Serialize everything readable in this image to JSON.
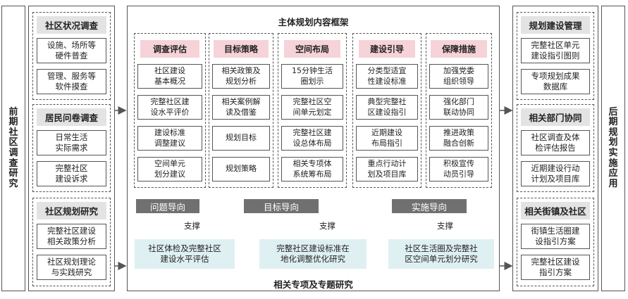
{
  "left_label": [
    "前",
    "期",
    "社",
    "区",
    "调",
    "查",
    "研",
    "究"
  ],
  "right_label": [
    "后",
    "期",
    "规",
    "划",
    "实",
    "施",
    "应",
    "用"
  ],
  "left": {
    "g1": {
      "title": "社区状况调查",
      "items": [
        "设施、场所等\n硬件普查",
        "管理、服务等\n软件摸查"
      ]
    },
    "g2": {
      "title": "居民问卷调查",
      "items": [
        "日常生活\n实际需求",
        "完整社区\n建设诉求"
      ]
    },
    "g3": {
      "title": "社区规划研究",
      "items": [
        "完整社区建设\n相关政策分析",
        "社区规划理论\n与实践研究"
      ]
    }
  },
  "center": {
    "title": "主体规划内容框架",
    "columns": [
      {
        "header": "调查评估",
        "items": [
          "社区建设\n基本概况",
          "完整社区建\n设水平评价",
          "建设标准\n调整建议",
          "空间单元\n划分建议"
        ]
      },
      {
        "header": "目标策略",
        "items": [
          "相关政策及\n规划分析",
          "相关案例解\n读及借鉴",
          "规划目标",
          "规划策略"
        ]
      },
      {
        "header": "空间布局",
        "items": [
          "15分钟生活\n圈划示",
          "完整社区空\n间单元划定",
          "完整社区建\n设总体布局",
          "相关专项体\n系统筹布局"
        ]
      },
      {
        "header": "建设引导",
        "items": [
          "分类型适宜\n性建设标准",
          "典型完整社\n区建设指引",
          "近期建设\n布局指引",
          "重点行动计\n划及项目库"
        ]
      },
      {
        "header": "保障措施",
        "items": [
          "加强党委\n组织领导",
          "强化部门\n联动协同",
          "推进政策\n融合创新",
          "积极宣传\n动员引导"
        ]
      }
    ],
    "bars": [
      "问题导向",
      "目标导向",
      "实施导向"
    ],
    "support": [
      "支撑",
      "支撑",
      "支撑"
    ],
    "studies": [
      "社区体检及完整社区\n建设水平评估",
      "完整社区建设标准在\n地化调整优化研究",
      "社区生活圈及完整社\n区空间单元划分研究"
    ],
    "bottom_title": "相关专项及专题研究"
  },
  "right": {
    "g1": {
      "title": "规划建设管理",
      "items": [
        "完整社区单元\n建设指引图则",
        "专项规划成果\n数据库"
      ]
    },
    "g2": {
      "title": "相关部门协同",
      "items": [
        "社区调查及体\n检评估报告",
        "近期建设行动\n计划及项目库"
      ]
    },
    "g3": {
      "title": "相关街镇及社区",
      "items": [
        "街镇生活圈建\n设指引方案",
        "完整社区建设\n指引方案"
      ]
    }
  }
}
